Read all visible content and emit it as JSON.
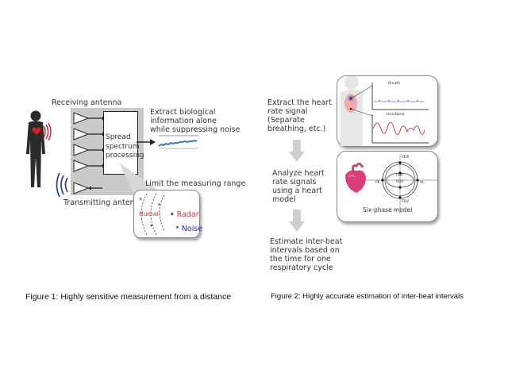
{
  "figure1": {
    "receiving_antenna_label": "Receiving antenna",
    "transmitting_antenna_label": "Transmitting antenna",
    "processing_label_lines": [
      "Spread",
      "spectrum",
      "processing"
    ],
    "extract_label_lines": [
      "Extract biological",
      "information alone",
      "while suppressing noise"
    ],
    "limit_label": "Limit the measuring range",
    "inset": {
      "human_label": "Human",
      "radar_label": "Radar",
      "noise_label": "Noise",
      "radar_marker": "•",
      "noise_marker": "*"
    },
    "icons": [
      "person-silhouette-icon",
      "heart-icon",
      "radio-waves-icon",
      "antenna-amplifier-icon"
    ],
    "colors": {
      "heart": "#d92020",
      "waves_red": "#c0202a",
      "waves_blue": "#2230a0",
      "signal": "#3a7fc4",
      "radar_text": "#d03040",
      "noise_text": "#2a2a9a"
    },
    "caption": "Figure  1: Highly sensitive measurement from a distance"
  },
  "figure2": {
    "steps": [
      {
        "lines": [
          "Extract the heart",
          "rate signal",
          "(Separate",
          "breathing, etc.)"
        ]
      },
      {
        "lines": [
          "Analyze heart",
          "rate signals",
          "using a heart",
          "model"
        ]
      },
      {
        "lines": [
          "Estimate inter-beat",
          "intervals based on",
          "the time for one",
          "respiratory cycle"
        ]
      }
    ],
    "signal_panel": {
      "breath_label": "Breath",
      "heartbeat_label": "Heartbeat"
    },
    "model_panel": {
      "nodes": {
        "top": "RDP",
        "inner_top": "FDP",
        "inner_bottom": "RDV",
        "bottom": "FDV",
        "left": "PK",
        "right": "VL"
      },
      "title": "Six-phase model"
    },
    "icons": [
      "down-arrow-icon",
      "body-silhouette-icon",
      "heart-organ-icon"
    ],
    "colors": {
      "arrow": "#cfcfcf",
      "breath_line": "#6b6bc0",
      "heartbeat_line": "#c0404a",
      "torso_highlight": "#f4a8a8"
    },
    "caption": "Figure 2: Highly accurate estimation of inter-beat intervals"
  }
}
